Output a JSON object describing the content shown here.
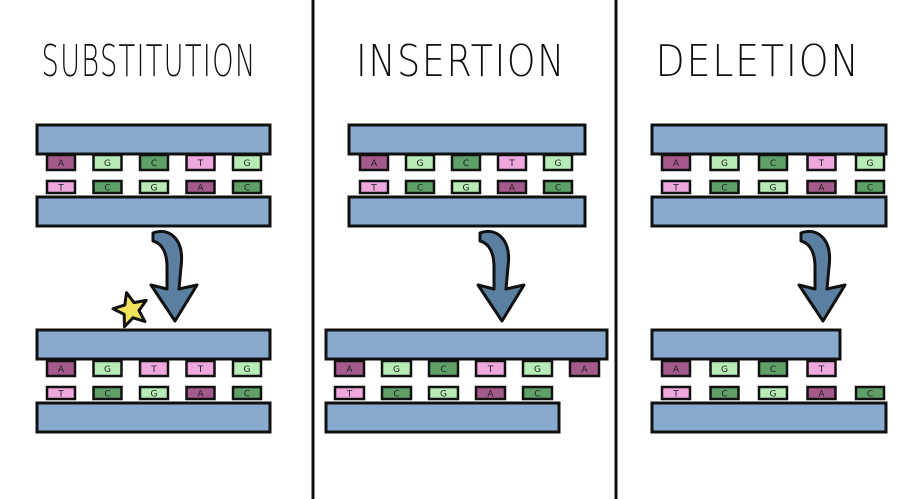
{
  "colors": {
    "backbone": "#87aace",
    "outline": "#111111",
    "A": "#a45b8b",
    "G": "#b8ecb6",
    "C": "#5fa068",
    "T": "#efa8de",
    "arrow": "#5a7fa0",
    "star": "#f3e35a",
    "divider": "#111111"
  },
  "panels": [
    {
      "title": "SUBSTITUTION",
      "before": {
        "top": [
          "A",
          "G",
          "C",
          "T",
          "G"
        ],
        "bottom": [
          "T",
          "C",
          "G",
          "A",
          "C"
        ]
      },
      "after": {
        "top": [
          "A",
          "G",
          "T",
          "T",
          "G"
        ],
        "bottom": [
          "T",
          "C",
          "G",
          "A",
          "C"
        ]
      },
      "marker": "star-icon"
    },
    {
      "title": "INSERTION",
      "before": {
        "top": [
          "A",
          "G",
          "C",
          "T",
          "G"
        ],
        "bottom": [
          "T",
          "C",
          "G",
          "A",
          "C"
        ]
      },
      "after": {
        "top": [
          "A",
          "G",
          "C",
          "T",
          "G",
          "A"
        ],
        "bottom": [
          "T",
          "C",
          "G",
          "A",
          "C"
        ]
      }
    },
    {
      "title": "DELETION",
      "before": {
        "top": [
          "A",
          "G",
          "C",
          "T",
          "G"
        ],
        "bottom": [
          "T",
          "C",
          "G",
          "A",
          "C"
        ]
      },
      "after": {
        "top": [
          "A",
          "G",
          "C",
          "T"
        ],
        "bottom": [
          "T",
          "C",
          "G",
          "A",
          "C"
        ]
      }
    }
  ]
}
